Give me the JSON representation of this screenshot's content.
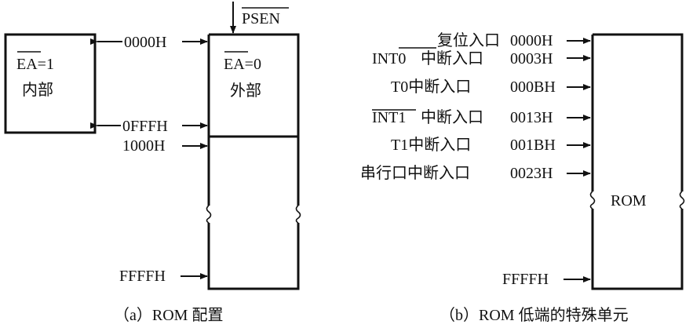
{
  "left": {
    "internal_block": {
      "signal": "EA",
      "signal_value": "=1",
      "text": "内部"
    },
    "external_block": {
      "signal": "EA",
      "signal_value": "=0",
      "text": "外部"
    },
    "psen_label": "PSEN",
    "addresses": {
      "start_internal": "0000H",
      "end_internal": "0FFFH",
      "start_ext": "1000H",
      "end": "FFFFH"
    },
    "caption": "（a）ROM 配置",
    "colors": {
      "internal_fill": "#cccccc"
    }
  },
  "right": {
    "entries": [
      {
        "name": "复位入口",
        "name_over": "",
        "addr": "0000H"
      },
      {
        "name": "中断入口",
        "name_over": "INT0",
        "addr": "0003H"
      },
      {
        "name": "T0中断入口",
        "name_over": "",
        "addr": "000BH"
      },
      {
        "name": "中断入口",
        "name_over": "INT1",
        "addr": "0013H"
      },
      {
        "name": "T1中断入口",
        "name_over": "",
        "addr": "001BH"
      },
      {
        "name": "串行口中断入口",
        "name_over": "",
        "addr": "0023H"
      }
    ],
    "rom_label": "ROM",
    "end_addr": "FFFFH",
    "caption": "（b）ROM 低端的特殊单元"
  }
}
